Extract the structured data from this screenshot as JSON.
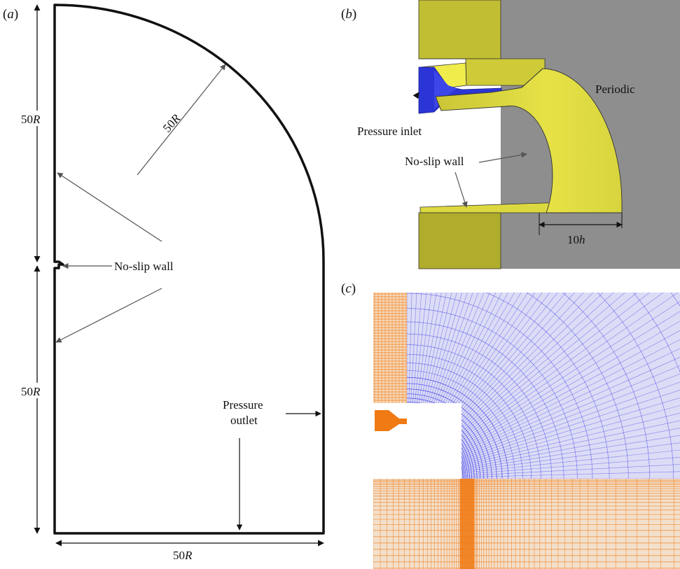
{
  "panels": {
    "a": {
      "label_open": "(",
      "label_letter": "a",
      "label_close": ")",
      "dim_upper": {
        "num": "50",
        "unit": "R"
      },
      "dim_lower": {
        "num": "50",
        "unit": "R"
      },
      "dim_radius": {
        "num": "50",
        "unit": "R"
      },
      "dim_bottom": {
        "num": "50",
        "unit": "R"
      },
      "wall_label": "No-slip wall",
      "outlet_label_line1": "Pressure",
      "outlet_label_line2": "outlet"
    },
    "b": {
      "label_open": "(",
      "label_letter": "b",
      "label_close": ")",
      "periodic_label": "Periodic",
      "inlet_label": "Pressure inlet",
      "wall_label": "No-slip wall",
      "dim": {
        "num": "10",
        "unit": "h"
      }
    },
    "c": {
      "label_open": "(",
      "label_letter": "c",
      "label_close": ")"
    }
  },
  "colors": {
    "wall_yellow": "#d6d23a",
    "wall_yellow_light": "#eeea4a",
    "inlet_blue": "#2b35d6",
    "periodic_gray": "#8c8c8c",
    "mesh_blue": "#3a3ae8",
    "mesh_orange": "#f07a14"
  }
}
